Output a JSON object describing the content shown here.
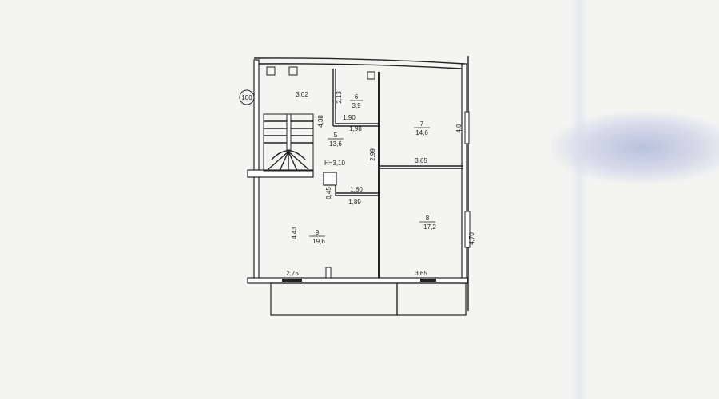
{
  "plan": {
    "axis_marker": "100",
    "ceiling_height": "H=3,10",
    "rooms": [
      {
        "number": "",
        "area": "3,02"
      },
      {
        "number": "6",
        "area": "3,9"
      },
      {
        "number": "5",
        "area": "13,6"
      },
      {
        "number": "7",
        "area": "14,6"
      },
      {
        "number": "8",
        "area": "17,2"
      },
      {
        "number": "9",
        "area": "19,6"
      }
    ],
    "dimensions": {
      "d_2_13": "2,13",
      "d_1_90": "1,90",
      "d_1_98": "1,98",
      "d_4_38": "4,38",
      "d_2_99": "2,99",
      "d_4_0": "4,0",
      "d_3_65_top": "3,65",
      "d_0_45": "0,45",
      "d_1_80": "1,80",
      "d_1_89": "1,89",
      "d_4_43": "4,43",
      "d_4_70": "4,70",
      "d_2_75": "2,75",
      "d_3_65_bottom": "3,65"
    }
  }
}
